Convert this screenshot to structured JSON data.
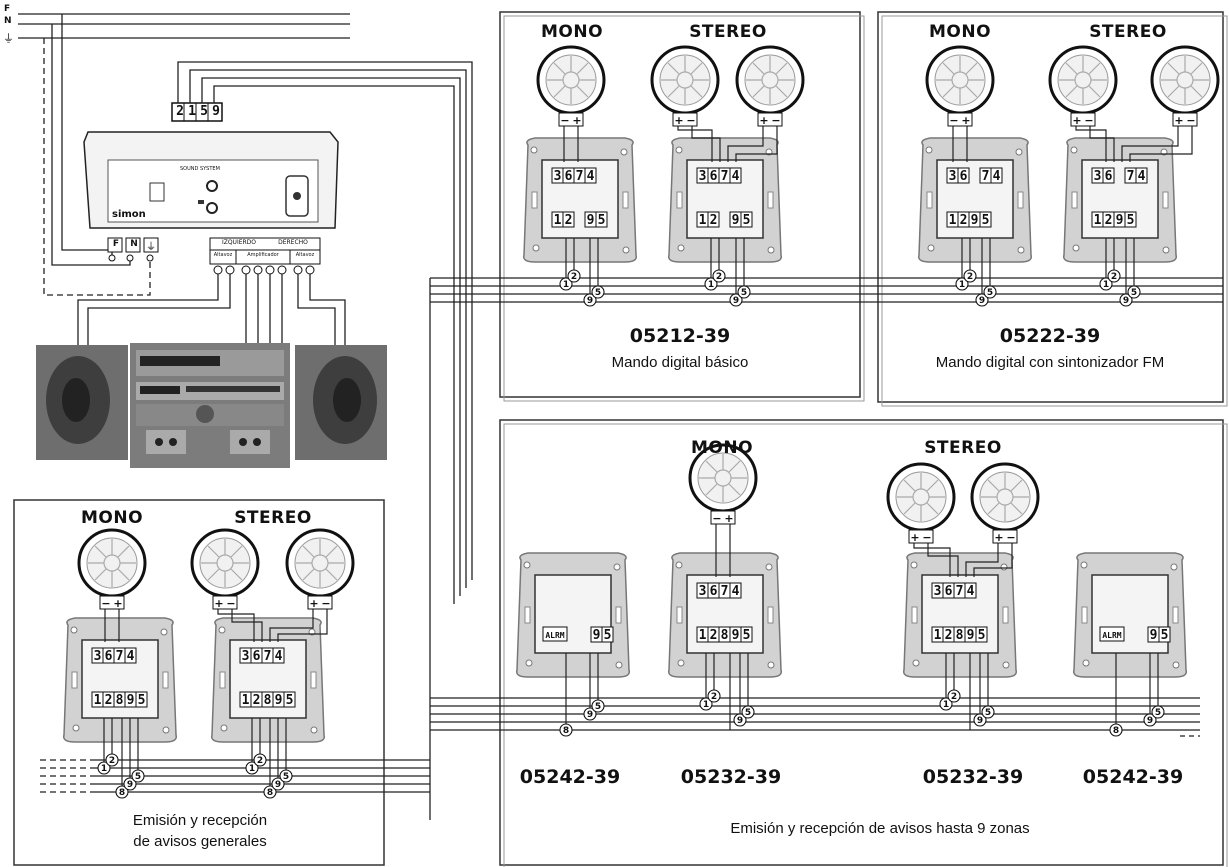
{
  "supply": {
    "f": "F",
    "n": "N",
    "earth": "⏚"
  },
  "system_unit": {
    "inputs": [
      "2",
      "1",
      "5",
      "9"
    ],
    "brand": "simon",
    "name": "SOUND SYSTEM",
    "mains": [
      "F",
      "N",
      "⏚"
    ],
    "left_label": "IZQUIERDO",
    "right_label": "DERECHO",
    "sub_labels": [
      "Altavoz",
      "Amplificador",
      "Altavoz"
    ]
  },
  "headers": {
    "mono": "MONO",
    "stereo": "STEREO"
  },
  "terminals": {
    "a": "3",
    "b": "6",
    "c": "7",
    "d": "4",
    "e": "1",
    "f": "2",
    "g": "8",
    "h": "9",
    "i": "5",
    "alarm": "ALRM"
  },
  "markers": [
    "1",
    "2",
    "9",
    "5",
    "8"
  ],
  "panels": {
    "p1": {
      "code": "05212-39",
      "desc": "Mando digital básico"
    },
    "p2": {
      "code": "05222-39",
      "desc": "Mando digital con sintonizador FM"
    },
    "p3": {
      "line1": "Emisión y recepción",
      "line2": "de avisos generales"
    },
    "p4": {
      "codes": [
        "05242-39",
        "05232-39",
        "05232-39",
        "05242-39"
      ],
      "desc": "Emisión y recepción de avisos hasta 9 zonas"
    }
  },
  "colors": {
    "line": "#1a1a1a",
    "plate": "#cfcfcf",
    "speaker": "#6e6e6e"
  }
}
